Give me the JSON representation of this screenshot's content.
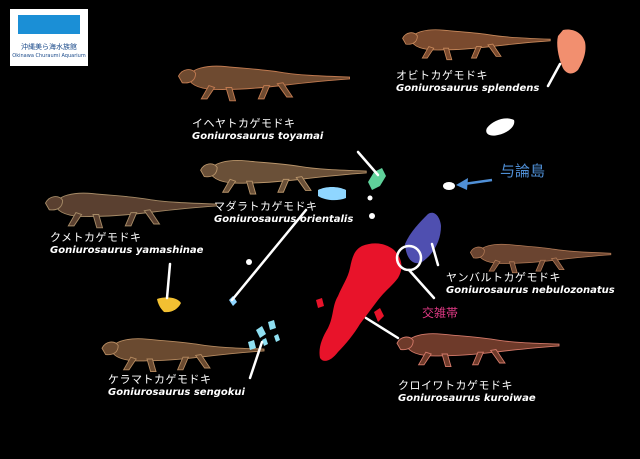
{
  "logo": {
    "name_ja": "沖縄美ら海水族館",
    "name_en": "Okinawa Churaumi Aquarium",
    "color": "#1b8fd6"
  },
  "places": {
    "yoron": "与論島",
    "contact_zone": "交雑帯"
  },
  "species": [
    {
      "id": "splendens",
      "kana": "オビトカゲモドキ",
      "scientific": "Goniurosaurus splendens",
      "color": "#f28f6f"
    },
    {
      "id": "toyamai",
      "kana": "イヘヤトカゲモドキ",
      "scientific": "Goniurosaurus toyamai",
      "color": "#5fd19a"
    },
    {
      "id": "orientalis",
      "kana": "マダラトカゲモドキ",
      "scientific": "Goniurosaurus orientalis",
      "color": "#8fd6ff"
    },
    {
      "id": "yamashinae",
      "kana": "クメトカゲモドキ",
      "scientific": "Goniurosaurus yamashinae",
      "color": "#f2c032"
    },
    {
      "id": "nebulozonatus",
      "kana": "ヤンバルトカゲモドキ",
      "scientific": "Goniurosaurus nebulozonatus",
      "color": "#4f4fb0"
    },
    {
      "id": "sengokui",
      "kana": "ケラマトカゲモドキ",
      "scientific": "Goniurosaurus sengokui",
      "color": "#8fe0f2"
    },
    {
      "id": "kuroiwae",
      "kana": "クロイワトカゲモドキ",
      "scientific": "Goniurosaurus kuroiwae",
      "color": "#e8132a"
    }
  ]
}
